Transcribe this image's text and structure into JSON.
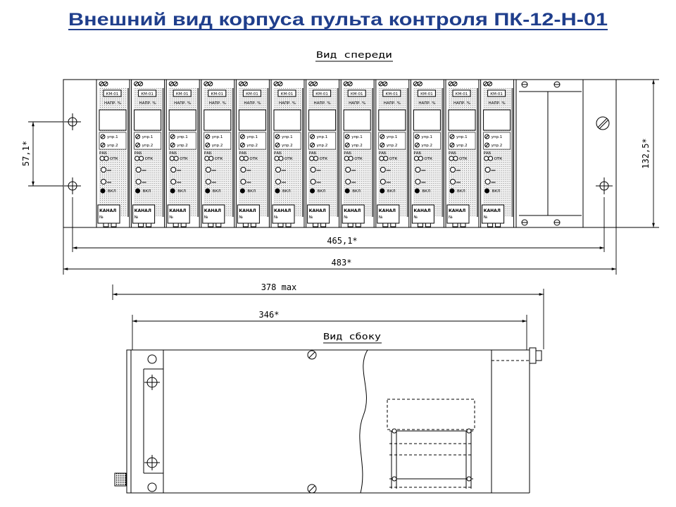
{
  "title": "Внешний вид корпуса пульта контроля ПК-12-Н-01",
  "front_view": {
    "label": "Вид спереди",
    "dim_holes_height": "57,1*",
    "dim_height": "132,5*",
    "dim_holes_span": "465,1*",
    "dim_width": "483*"
  },
  "module": {
    "type_label": "КМ-01",
    "param_label": "НАПР. %",
    "btn1_label": "упр.1",
    "btn2_label": "упр.2",
    "run_label": "РАБ",
    "fail_label": "ОТК",
    "on_label": "ВКЛ",
    "channel_label": "КАНАЛ",
    "channel_no": "№"
  },
  "side_view": {
    "label": "Вид сбоку",
    "dim_max_depth": "378 max",
    "dim_depth": "346*"
  },
  "colors": {
    "title": "#1f3e8c",
    "line": "#000000"
  }
}
